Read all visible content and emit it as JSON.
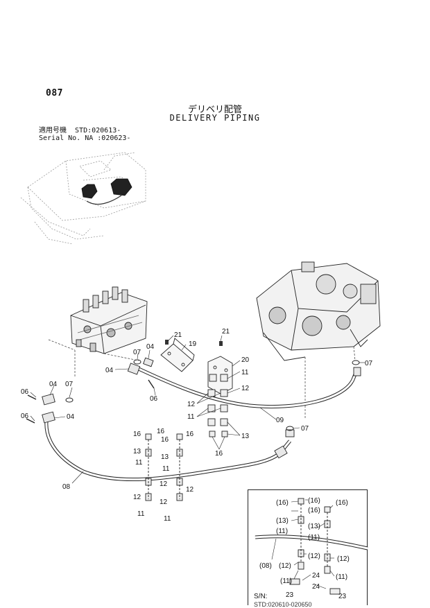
{
  "header": {
    "page_number": "087",
    "title_jp": "デリベリ配管",
    "title_en": "DELIVERY PIPING"
  },
  "serial_info": {
    "line1": "適用号機  STD:020613-",
    "line2": "Serial No. NA :020623-"
  },
  "callouts": {
    "c21a": "21",
    "c19": "19",
    "c04a": "04",
    "c07a": "07",
    "c04b": "04",
    "c06a": "06",
    "c21b": "21",
    "c20": "20",
    "c11a": "11",
    "c12a": "12",
    "c07b": "07",
    "c06b": "06",
    "c04c": "04",
    "c07c": "07",
    "c12b": "12",
    "c11b": "11",
    "c09": "09",
    "c13a": "13",
    "c07d": "07",
    "c06c": "06",
    "c04d": "04",
    "c16a": "16",
    "c16b": "16",
    "c16c": "16",
    "c16d": "16",
    "c16e": "16",
    "c13b": "13",
    "c13c": "13",
    "c11c": "11",
    "c11d": "11",
    "c08": "08",
    "c12c": "12",
    "c12d": "12",
    "c12e": "12",
    "c12f": "12",
    "c11e": "11",
    "c11f": "11"
  },
  "inset": {
    "labels": {
      "i16a": "(16)",
      "i16b": "(16)",
      "i16c": "(16)",
      "i16d": "(16)",
      "i13a": "(13)",
      "i13b": "(13)",
      "i11a": "(11)",
      "i11b": "(11)",
      "i08": "(08)",
      "i12a": "(12)",
      "i12b": "(12)",
      "i12c": "(12)",
      "i11c": "(11)",
      "i11d": "(11)",
      "i24a": "24",
      "i24b": "24",
      "i23a": "23",
      "i23b": "23"
    },
    "sn_label": "S/N:",
    "sn_code": "STD:020610-020650"
  }
}
